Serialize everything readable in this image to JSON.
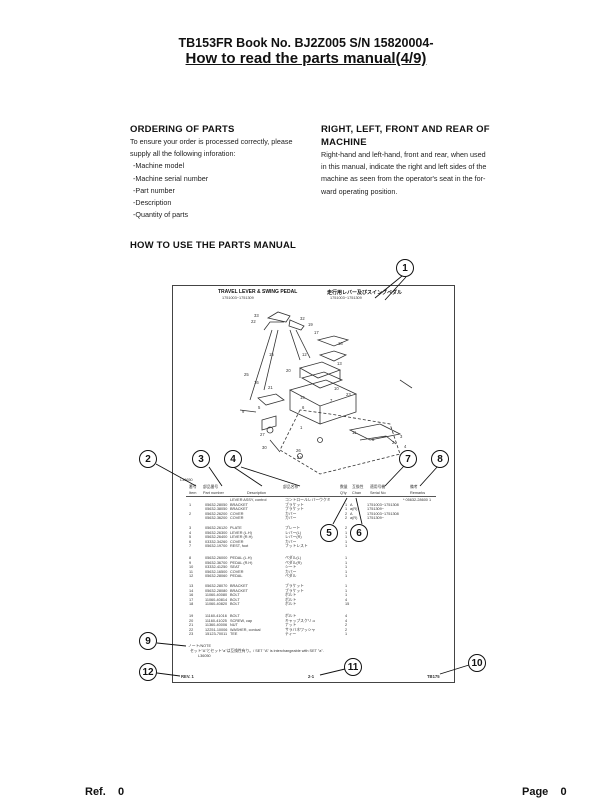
{
  "header": {
    "line1": "TB153FR  Book No. BJ2Z005  S/N 15820004-",
    "line2": "How to read the parts manual(4/9)"
  },
  "ordering": {
    "title": "ORDERING OF PARTS",
    "intro1": "To ensure your order is processed correctly, please",
    "intro2": "supply all the following inforation:",
    "items": [
      "-Machine model",
      "-Machine serial number",
      "-Part number",
      "-Description",
      "-Quantity of parts"
    ]
  },
  "orientation": {
    "title1": "RIGHT, LEFT, FRONT AND REAR OF",
    "title2": "MACHINE",
    "lines": [
      "Right-hand and left-hand, front and rear, when used",
      "in this manual, indicate the right and left sides of the",
      "machine as seen from the operator's seat in the for-",
      "ward operating position."
    ]
  },
  "how_to": {
    "title": "HOW TO USE THE PARTS MANUAL"
  },
  "sample": {
    "title_en": "TRAVEL LEVER & SWING PEDAL",
    "title_jp": "走行用レバー及びスイングペダル",
    "serial_en": "1751003~1751309",
    "serial_jp": "1751003~1751309",
    "fig_code": "L36650",
    "headers": {
      "item_jp": "番号",
      "item": "Item",
      "part_jp": "部品番号",
      "part": "Part number",
      "desc": "Description",
      "name_jp": "部品名称",
      "qty_jp": "数量",
      "qty": "Q'ty",
      "chan_jp": "互換性",
      "chan": "Chan",
      "serial_jp": "適用号機",
      "serial": "Serial No",
      "remarks_jp": "備考",
      "remarks": "Remarks"
    },
    "groups": [
      [
        [
          "",
          "",
          "LEVER ASSY, control",
          "コントロールレバーウクミ",
          "",
          "",
          "",
          "* 05632-28600 1"
        ],
        [
          "1",
          "05632-28050",
          "BRACKET",
          "ブラケット",
          "1",
          "A",
          "1751003~1751308",
          ""
        ],
        [
          "",
          "05632-38050",
          "BRACKET",
          "ブラケット",
          "1",
          "a(R)",
          "1751309~",
          ""
        ],
        [
          "2",
          "05632-26200",
          "COVER",
          "カバー",
          "2",
          "A",
          "1751003~1751308",
          ""
        ],
        [
          "",
          "05632-36200",
          "COVER",
          "カバー",
          "2",
          "a(R)",
          "1751309~",
          ""
        ]
      ],
      [
        [
          "3",
          "05632-26120",
          "PLATE",
          "プレート",
          "2",
          "",
          "",
          ""
        ],
        [
          "4",
          "05632-26300",
          "LEVER (L.H)",
          "レバー(L)",
          "1",
          "",
          "",
          ""
        ],
        [
          "5",
          "05632-26400",
          "LEVER (R.H)",
          "レバー(R)",
          "1",
          "",
          "",
          ""
        ],
        [
          "6",
          "03332-34260",
          "COVER",
          "カバー",
          "1",
          "",
          "",
          ""
        ],
        [
          "7",
          "05632-19700",
          "REST, foot",
          "フットレスト",
          "1",
          "",
          "",
          ""
        ]
      ],
      [
        [
          "8",
          "05632-26000",
          "PEDAL (L.H)",
          "ペダル(L)",
          "1",
          "",
          "",
          ""
        ],
        [
          "9",
          "05632-36700",
          "PEDAL (R.H)",
          "ペダル(R)",
          "1",
          "",
          "",
          ""
        ],
        [
          "10",
          "03332-41250",
          "SEAT",
          "シート",
          "1",
          "",
          "",
          ""
        ],
        [
          "11",
          "05632-16500",
          "COVER",
          "カバー",
          "1",
          "",
          "",
          ""
        ],
        [
          "12",
          "05632-28060",
          "PEDAL",
          "ペダル",
          "1",
          "",
          "",
          ""
        ]
      ],
      [
        [
          "13",
          "05632-28070",
          "BRACKET",
          "ブラケット",
          "1",
          "",
          "",
          ""
        ],
        [
          "14",
          "05632-28080",
          "BRACKET",
          "ブラケット",
          "1",
          "",
          "",
          ""
        ],
        [
          "16",
          "11060-40080",
          "BOLT",
          "ボルト",
          "1",
          "",
          "",
          ""
        ],
        [
          "17",
          "11060-40814",
          "BOLT",
          "ボルト",
          "4",
          "",
          "",
          ""
        ],
        [
          "18",
          "11060-40820",
          "BOLT",
          "ボルト",
          "15",
          "",
          "",
          ""
        ]
      ],
      [
        [
          "19",
          "11160-41016",
          "BOLT",
          "ボルト",
          "4",
          "",
          "",
          ""
        ],
        [
          "20",
          "11160-41025",
          "SCREW, cap",
          "キャップスクリュ",
          "4",
          "",
          "",
          ""
        ],
        [
          "21",
          "11360-40006",
          "NUT",
          "ナット",
          "2",
          "",
          "",
          ""
        ],
        [
          "22",
          "12251-10006",
          "WASHER, conical",
          "サラバネワッシャ",
          "2",
          "",
          "",
          ""
        ],
        [
          "23",
          "15123-70011",
          "TEE",
          "ティー",
          "1",
          "",
          "",
          ""
        ]
      ]
    ],
    "note_title": "ノート/NOTE",
    "note_text": "セット\"A\"とセット\"a\"は互換性有り。/ SET \"A\" is interchangeable with SET \"a\".",
    "note_code": "L36050",
    "rev": "REV. 1",
    "page": "2-1",
    "code": "TB175",
    "diagram_labels": [
      "33",
      "22",
      "32",
      "19",
      "17",
      "18",
      "12",
      "15",
      "13",
      "25",
      "16",
      "20",
      "21",
      "10",
      "14",
      "9",
      "11",
      "8",
      "23",
      "27",
      "26",
      "24",
      "30",
      "1",
      "2",
      "3",
      "4",
      "5",
      "6",
      "7"
    ]
  },
  "callouts": [
    "1",
    "2",
    "3",
    "4",
    "5",
    "6",
    "7",
    "8",
    "9",
    "10",
    "11",
    "12"
  ],
  "footer": {
    "ref_label": "Ref.",
    "ref_value": "0",
    "page_label": "Page",
    "page_value": "0"
  }
}
